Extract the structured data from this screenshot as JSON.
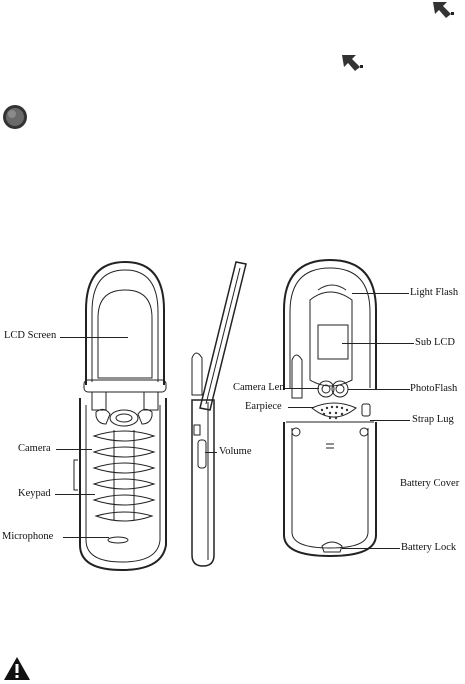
{
  "labels": {
    "lcd_screen": "LCD Screen",
    "camera": "Camera",
    "keypad": "Keypad",
    "microphone": "Microphone",
    "volume": "Volume",
    "camera_len": "Camera Len",
    "earpiece": "Earpiece",
    "light_flash": "Light Flash",
    "sub_lcd": "Sub LCD",
    "photoflash": "PhotoFlash",
    "strap_lug": "Strap Lug",
    "battery_cover": "Battery Cover",
    "battery_lock": "Battery Lock"
  },
  "icons": {
    "cursor_top": "arrow-cursor-icon",
    "cursor_mid": "arrow-cursor-icon",
    "bullet": "round-bullet-icon",
    "warning": "warning-triangle-icon"
  },
  "colors": {
    "ink": "#111111",
    "bullet_fill": "#555555"
  }
}
